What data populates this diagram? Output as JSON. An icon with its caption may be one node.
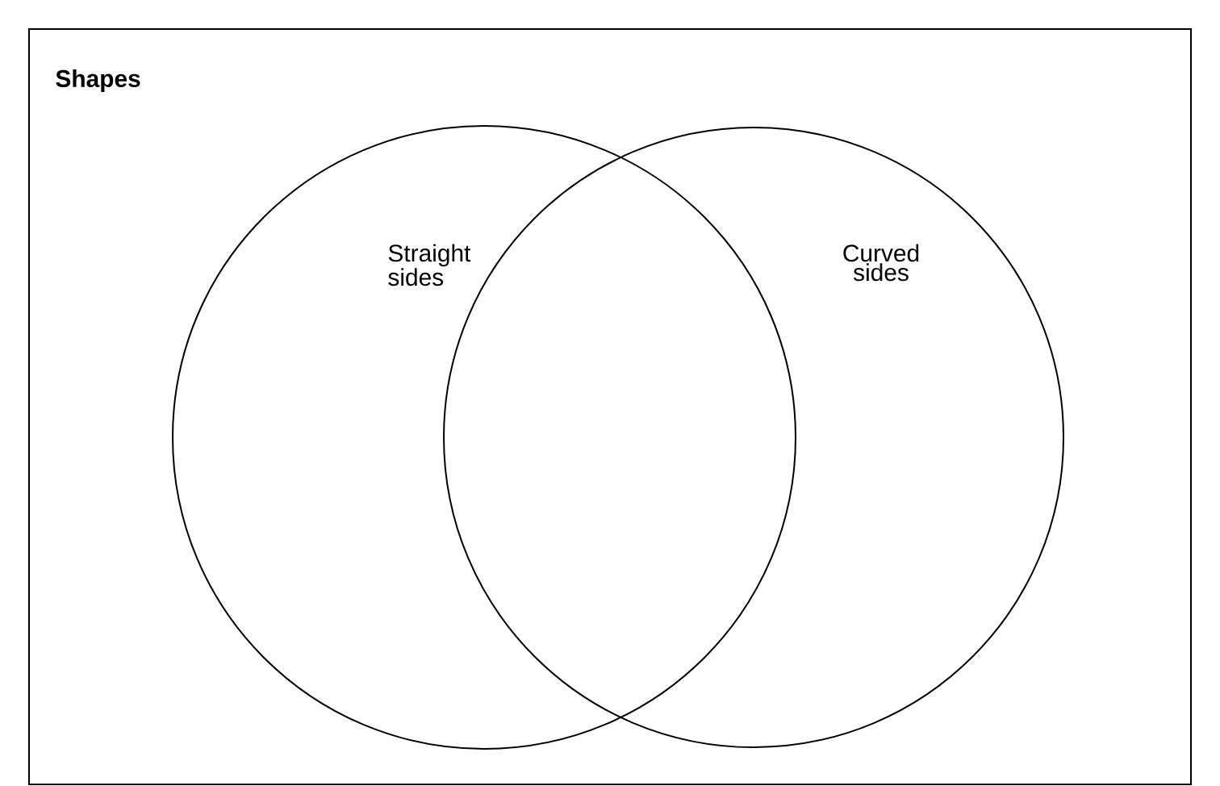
{
  "diagram": {
    "nodes": [
      {
        "text": [
          "Shapes"
        ]
      },
      {
        "text": [
          "Straight sides"
        ],
        "in": 0
      },
      {
        "text": [
          "Curved sides"
        ],
        "in": 0
      }
    ]
  }
}
